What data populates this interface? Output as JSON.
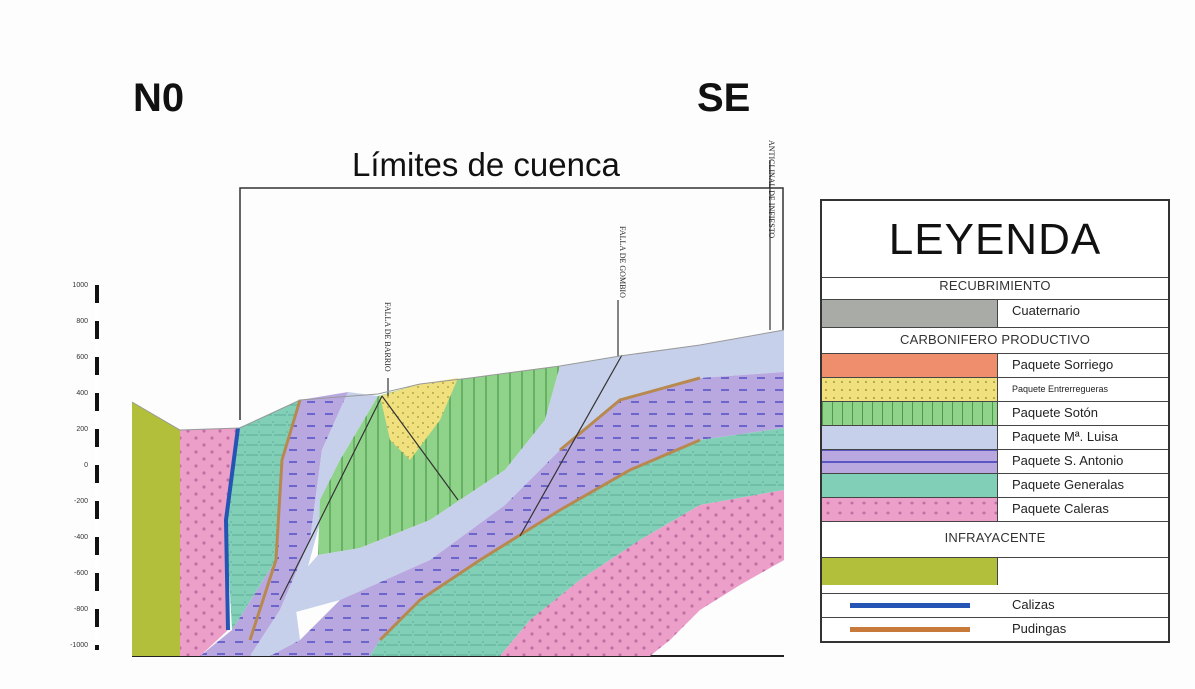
{
  "directions": {
    "left": "N0",
    "right": "SE"
  },
  "title": "Límites de cuenca",
  "scale": {
    "ticks": [
      "1000",
      "800",
      "600",
      "400",
      "200",
      "0",
      "-200",
      "-400",
      "-600",
      "-800",
      "-1000"
    ]
  },
  "faults": [
    {
      "label": "FALLA DE BARRIO"
    },
    {
      "label": "FALLA DE GOMBIO"
    },
    {
      "label": "ANTICLINAL DE INFIESTO"
    }
  ],
  "legend": {
    "title": "LEYENDA",
    "sections": [
      {
        "heading": "RECUBRIMIENTO"
      },
      {
        "heading": "CARBONIFERO PRODUCTIVO"
      },
      {
        "heading": "INFRAYACENTE"
      }
    ],
    "units": [
      {
        "label": "Cuaternario",
        "color": "#a9aba6"
      },
      {
        "label": "Paquete Sorriego",
        "color": "#ef8e6c"
      },
      {
        "label": "Paquete Entrerregueras",
        "color": "#f1e07e"
      },
      {
        "label": "Paquete Sotón",
        "color": "#8fd38a"
      },
      {
        "label": "Paquete Mª. Luisa",
        "color": "#c6d0ea"
      },
      {
        "label": "Paquete S. Antonio",
        "color": "#b9a8e0"
      },
      {
        "label": "Paquete Generalas",
        "color": "#82cfb8"
      },
      {
        "label": "Paquete Caleras",
        "color": "#ec9fc8"
      },
      {
        "label": "",
        "color": "#b1bf3a"
      }
    ],
    "lines": [
      {
        "label": "Calizas",
        "color": "#2455b5"
      },
      {
        "label": "Pudingas",
        "color": "#c87a3a"
      }
    ]
  }
}
